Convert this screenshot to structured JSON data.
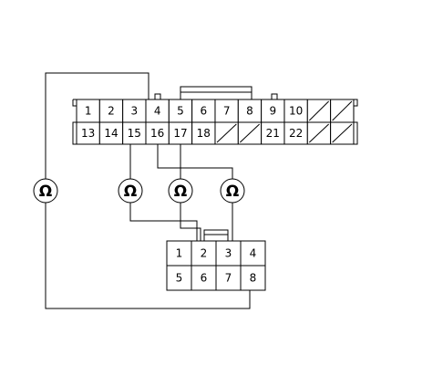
{
  "connector_a": {
    "row1": [
      "1",
      "2",
      "3",
      "4",
      "5",
      "6",
      "7",
      "8",
      "9",
      "10",
      "",
      ""
    ],
    "row2": [
      "13",
      "14",
      "15",
      "16",
      "17",
      "18",
      "",
      "",
      "21",
      "22",
      "",
      ""
    ]
  },
  "connector_b": {
    "row1": [
      "1",
      "2",
      "3",
      "4"
    ],
    "row2": [
      "5",
      "6",
      "7",
      "8"
    ]
  },
  "meters": [
    {
      "symbol": "Ω"
    },
    {
      "symbol": "Ω"
    },
    {
      "symbol": "Ω"
    },
    {
      "symbol": "Ω"
    }
  ]
}
